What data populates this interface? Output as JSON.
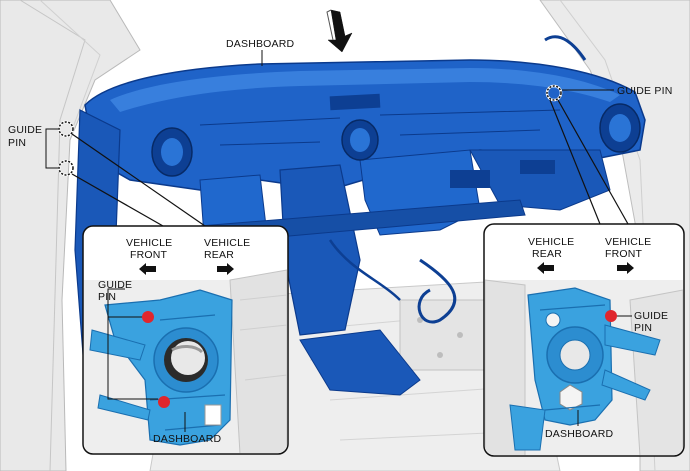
{
  "labels": {
    "dashboard_top": "DASHBOARD",
    "guide_pin_right": "GUIDE PIN",
    "guide_left_line1": "GUIDE",
    "guide_left_line2": "PIN",
    "left_inset": {
      "vehicle_front_1": "VEHICLE",
      "vehicle_front_2": "FRONT",
      "vehicle_rear_1": "VEHICLE",
      "vehicle_rear_2": "REAR",
      "guide_pin_1": "GUIDE",
      "guide_pin_2": "PIN",
      "dashboard": "DASHBOARD"
    },
    "right_inset": {
      "vehicle_rear_1": "VEHICLE",
      "vehicle_rear_2": "REAR",
      "vehicle_front_1": "VEHICLE",
      "vehicle_front_2": "FRONT",
      "guide_pin_1": "GUIDE",
      "guide_pin_2": "PIN",
      "dashboard": "DASHBOARD"
    }
  },
  "colors": {
    "dashboard_blue": "#1f63c8",
    "dashboard_dark": "#0d3f93",
    "inset_blue": "#3aa2df",
    "guide_pin_red": "#e0262d",
    "body_grey": "#e6e6e6"
  }
}
